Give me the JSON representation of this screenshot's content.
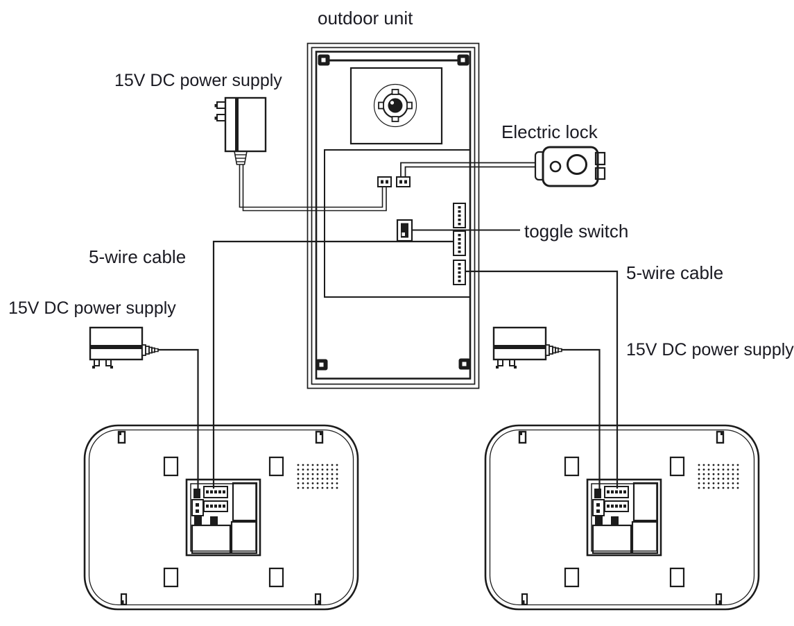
{
  "diagram": {
    "type": "wiring-diagram",
    "colors": {
      "background": "#ffffff",
      "line": "#1c1c1c",
      "text": "#1a1a22"
    },
    "labels": {
      "outdoor_unit": "outdoor unit",
      "power_supply_outdoor": "15V DC power supply",
      "electric_lock": "Electric lock",
      "toggle_switch": "toggle switch",
      "five_wire_cable_left": "5-wire cable",
      "power_supply_monitor_left": "15V DC power supply",
      "five_wire_cable_right": "5-wire cable",
      "power_supply_monitor_right": "15V DC power supply"
    }
  }
}
